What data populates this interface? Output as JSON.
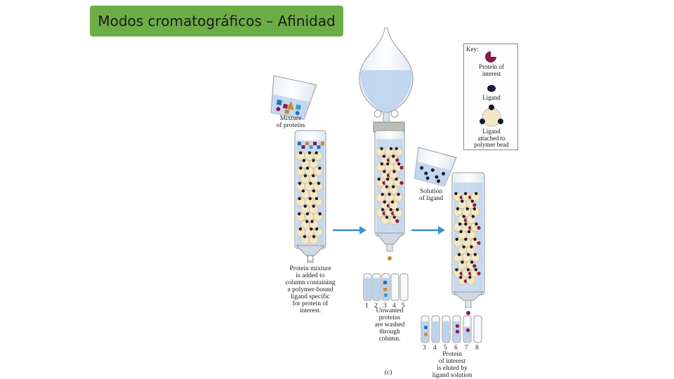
{
  "title": "Modos cromatográficos – Afinidad",
  "figure": {
    "label_mixture": "Mixture\nof proteins",
    "label_solution": "Solution\nof ligand",
    "caption_step1": "Protein mixture\nis added to\ncolumn containing\na polymer-bound\nligand specific\nfor protein of\ninterest.",
    "caption_step2": "Unwanted\nproteins\nare washed\nthrough\ncolumn.",
    "caption_step3": "Protein\nof interest\nis eluted by\nligand solution",
    "panel_letter": "(c)",
    "fractions_first": [
      "1",
      "2",
      "3",
      "4",
      "5"
    ],
    "fractions_second": [
      "3",
      "4",
      "5",
      "6",
      "7",
      "8"
    ]
  },
  "key": {
    "heading": "Key:",
    "protein": "Protein of\ninterest",
    "ligand": "Ligand",
    "attached": "Ligand\nattached to\npolymer bead"
  },
  "colors": {
    "title_bg": "#6cae45",
    "liquid": "#bcd3ee",
    "protein": "#8b1a4a",
    "bead": "#f5e6c4",
    "arrow": "#3a8fd0"
  }
}
